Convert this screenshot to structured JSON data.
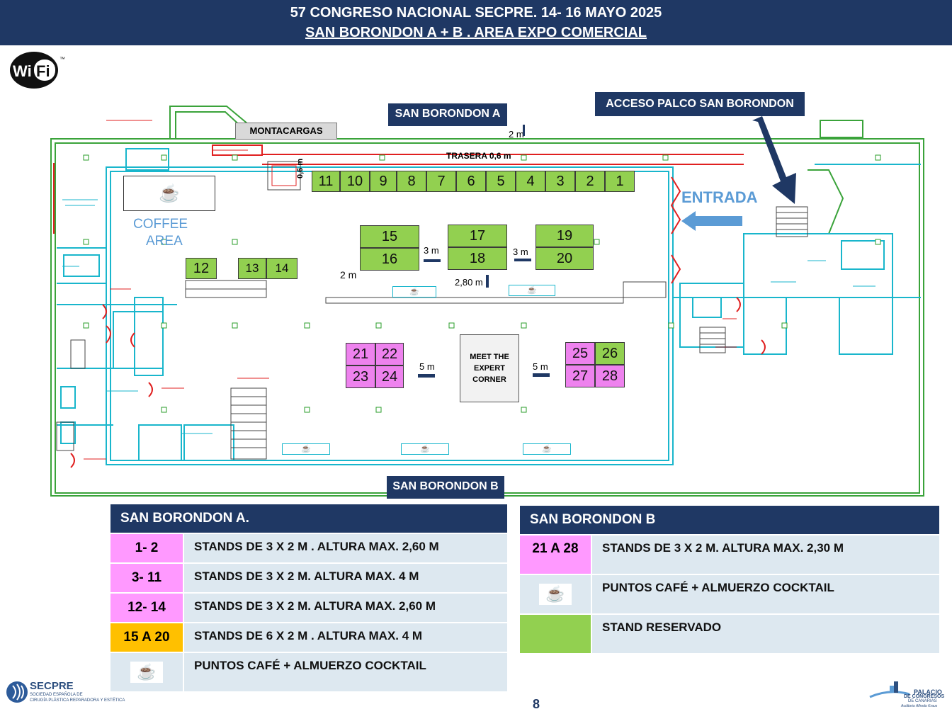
{
  "header": {
    "line1": "57 CONGRESO NACIONAL SECPRE. 14- 16 MAYO 2025",
    "line2": "SAN BORONDON A + B . AREA  EXPO COMERCIAL"
  },
  "wifi": {
    "logo_text": "WiFi",
    "tm": "™"
  },
  "labels": {
    "san_borondon_a": "SAN BORONDON A",
    "acceso_palco": "ACCESO PALCO SAN BORONDON",
    "montacargas": "MONTACARGAS",
    "entrada": "ENTRADA",
    "coffee": "COFFEE",
    "area": "AREA",
    "trasera": "TRASERA  0,6 m",
    "san_borondon_b": "SAN BORONDON B",
    "meet1": "MEET THE",
    "meet2": "EXPERT",
    "meet3": "CORNER"
  },
  "dimensions": {
    "d_2m_top": "2 m",
    "d_06m": "0,6 m",
    "d_3m_a": "3 m",
    "d_3m_b": "3 m",
    "d_2m_left": "2 m",
    "d_280m": "2,80 m",
    "d_5m_a": "5 m",
    "d_5m_b": "5 m"
  },
  "stands_row": [
    "11",
    "10",
    "9",
    "8",
    "7",
    "6",
    "5",
    "4",
    "3",
    "2",
    "1"
  ],
  "stands": {
    "s12": "12",
    "s13": "13",
    "s14": "14",
    "s15": "15",
    "s16": "16",
    "s17": "17",
    "s18": "18",
    "s19": "19",
    "s20": "20",
    "s21": "21",
    "s22": "22",
    "s23": "23",
    "s24": "24",
    "s25": "25",
    "s26": "26",
    "s27": "27",
    "s28": "28"
  },
  "legend_a": {
    "title": "SAN BORONDON A.",
    "rows": [
      {
        "code": "1- 2",
        "text": "STANDS  DE 3 X  2  M . ALTURA MAX.  2,60 M",
        "color": "#ff99ff"
      },
      {
        "code": "3- 11",
        "text": "STANDS DE 3 X 2 M. ALTURA MAX.  4 M",
        "color": "#ff99ff"
      },
      {
        "code": "12- 14",
        "text": "STANDS DE 3 X 2 M. ALTURA MAX. 2,60 M",
        "color": "#ff99ff"
      },
      {
        "code": "15 A 20",
        "text": "STANDS DE 6 X 2 M  . ALTURA  MAX. 4 M",
        "color": "#ffc000"
      },
      {
        "code": "",
        "text": "PUNTOS CAFÉ + ALMUERZO COCKTAIL",
        "color": "#dde8f0"
      }
    ]
  },
  "legend_b": {
    "title": "SAN BORONDON B",
    "rows": [
      {
        "code": "21 A 28",
        "text": "STANDS DE 3 X 2 M.  ALTURA  MAX. 2,30 M",
        "color": "#ff99ff"
      },
      {
        "code": "",
        "text": "PUNTOS CAFÉ  + ALMUERZO COCKTAIL",
        "color": "#dde8f0"
      },
      {
        "code": "",
        "text": "STAND RESERVADO",
        "color": "#92d050"
      }
    ]
  },
  "footer": {
    "page_number": "8",
    "secpre": "SECPRE",
    "secpre_sub1": "SOCIEDAD ESPAÑOLA DE",
    "secpre_sub2": "CIRUGÍA PLÁSTICA REPARADORA Y ESTÉTICA",
    "palacio1": "PALACIO",
    "palacio2": "DE CONGRESOS",
    "palacio3": "DE CANARIAS",
    "palacio4": "Auditorio Alfredo Kraus"
  },
  "colors": {
    "navy": "#1f3864",
    "green": "#92d050",
    "pink": "#ee82ee",
    "orange": "#ffc000",
    "entrada_blue": "#5b9bd5"
  }
}
